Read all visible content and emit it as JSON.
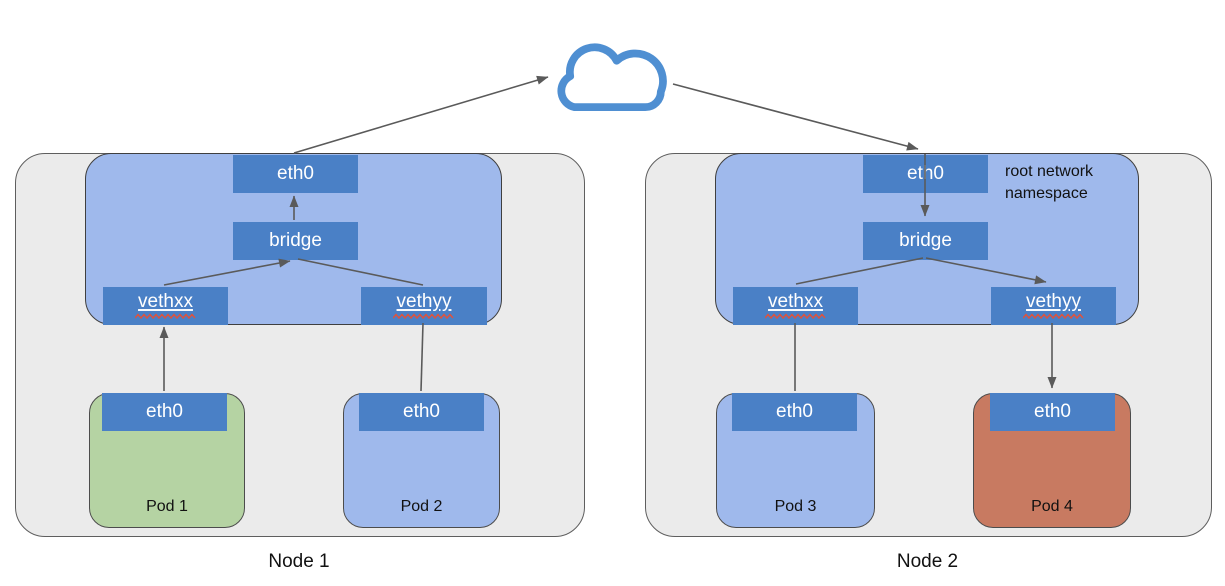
{
  "colors": {
    "node_bg": "#ebebeb",
    "node_border": "#5e5e5e",
    "namespace_bg": "#9fb9ec",
    "namespace_border": "#3f3f3f",
    "box_bg": "#4a80c6",
    "box_text": "#ffffff",
    "pod_green": "#b5d3a3",
    "pod_blue": "#9fb9ec",
    "pod_red": "#c87a61",
    "pod_border": "#4c4c4c",
    "arrow": "#5a5a5a",
    "cloud_stroke": "#4f8fd2",
    "squiggle": "#e0523c"
  },
  "cloud": {
    "icon": "cloud"
  },
  "node1": {
    "label": "Node 1",
    "namespace": {
      "eth0": "eth0",
      "bridge": "bridge",
      "veth_left": "vethxx",
      "veth_right": "vethyy"
    },
    "pods": [
      {
        "name": "Pod 1",
        "iface": "eth0",
        "color": "green"
      },
      {
        "name": "Pod 2",
        "iface": "eth0",
        "color": "blue"
      }
    ]
  },
  "node2": {
    "label": "Node 2",
    "namespace": {
      "annotation": "root network namespace",
      "eth0": "eth0",
      "bridge": "bridge",
      "veth_left": "vethxx",
      "veth_right": "vethyy"
    },
    "pods": [
      {
        "name": "Pod 3",
        "iface": "eth0",
        "color": "blue"
      },
      {
        "name": "Pod 4",
        "iface": "eth0",
        "color": "red"
      }
    ]
  },
  "edges": [
    {
      "from": "node1.eth0",
      "to": "cloud",
      "arrow": true
    },
    {
      "from": "cloud",
      "to": "node2.eth0",
      "arrow": true
    },
    {
      "from": "node1.bridge",
      "to": "node1.eth0",
      "arrow": true
    },
    {
      "from": "node1.vethxx",
      "to": "node1.bridge",
      "arrow": true
    },
    {
      "from": "node1.vethyy",
      "to": "node1.bridge",
      "arrow": false
    },
    {
      "from": "node1.pod1.eth0",
      "to": "node1.vethxx",
      "arrow": true
    },
    {
      "from": "node1.vethyy",
      "to": "node1.pod2.eth0",
      "arrow": false
    },
    {
      "from": "node2.eth0",
      "to": "node2.bridge",
      "arrow": true
    },
    {
      "from": "node2.bridge",
      "to": "node2.vethxx",
      "arrow": false
    },
    {
      "from": "node2.bridge",
      "to": "node2.vethyy",
      "arrow": true
    },
    {
      "from": "node2.vethxx",
      "to": "node2.pod3.eth0",
      "arrow": false
    },
    {
      "from": "node2.vethyy",
      "to": "node2.pod4.eth0",
      "arrow": true
    }
  ]
}
